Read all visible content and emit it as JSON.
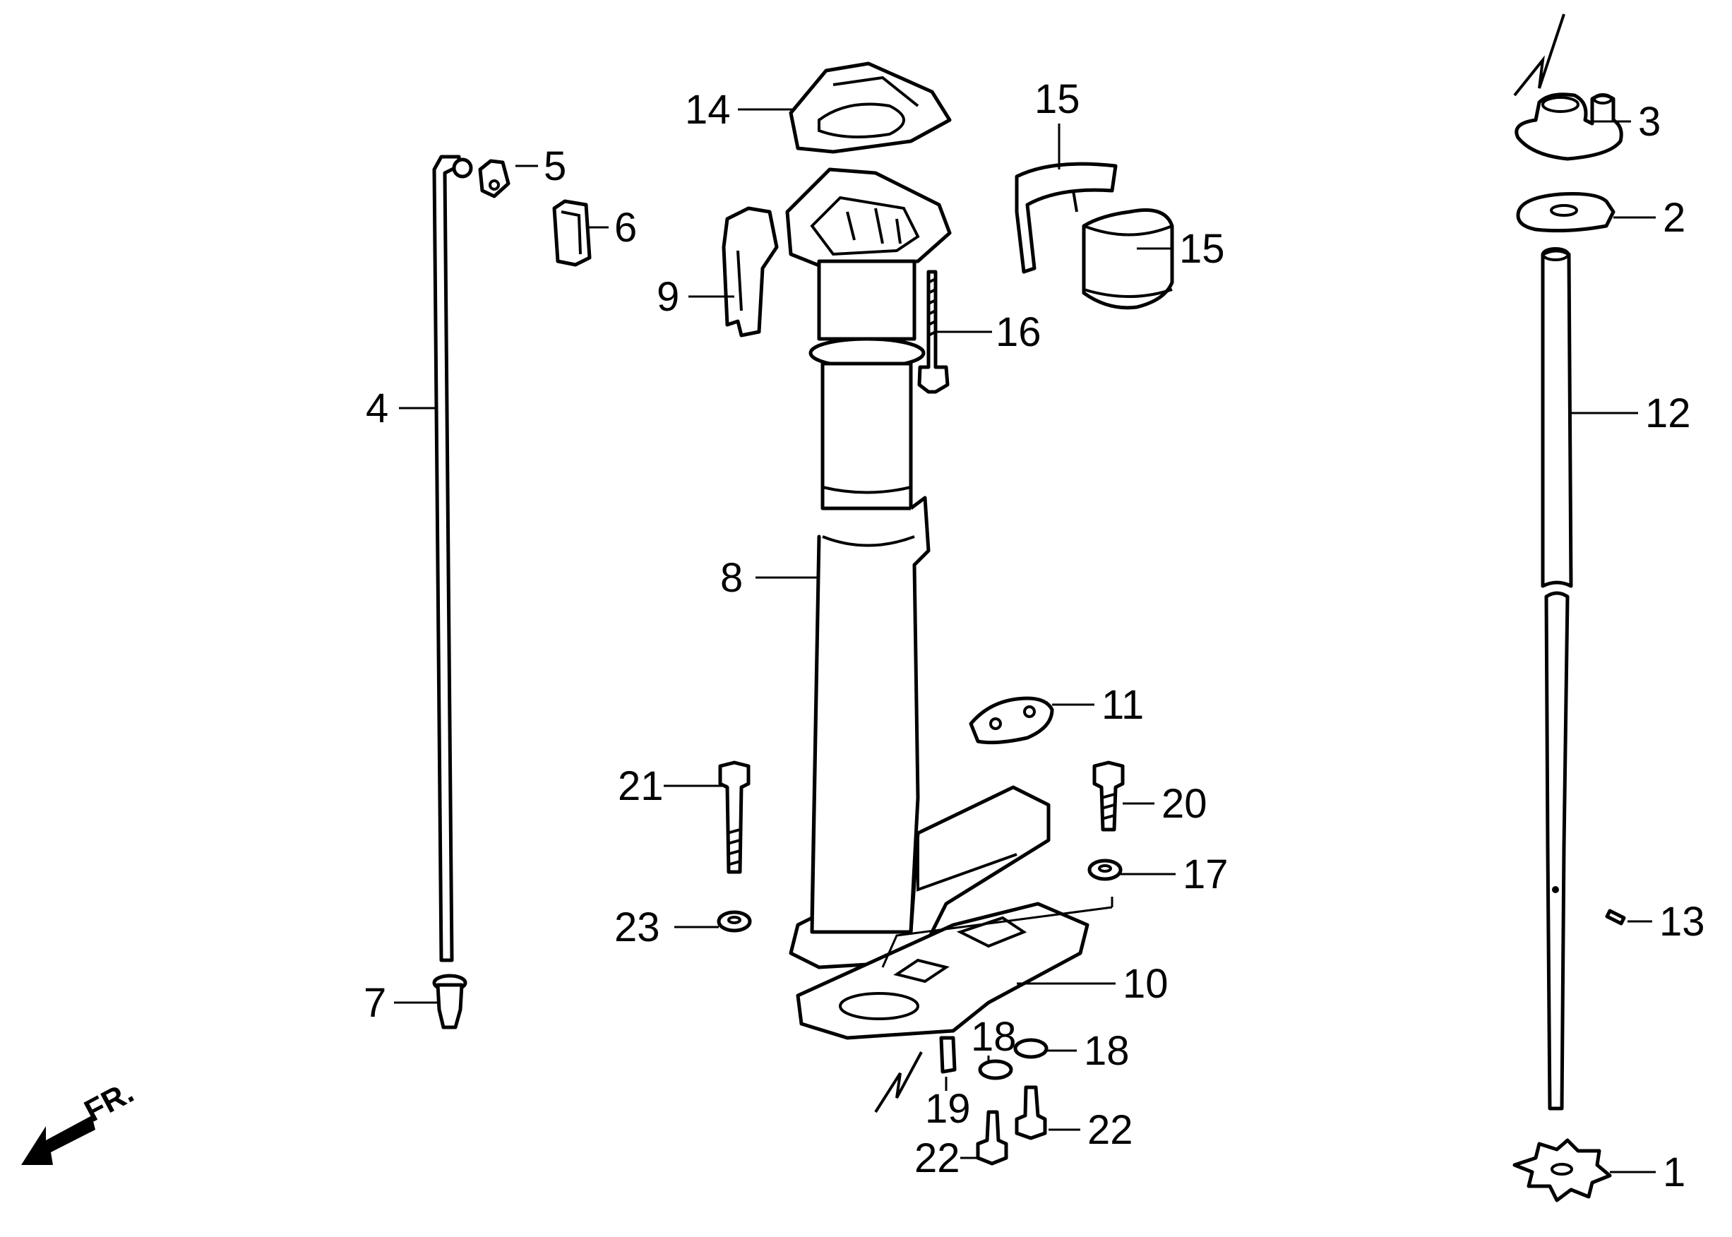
{
  "callouts": {
    "c1": "1",
    "c2": "2",
    "c3": "3",
    "c4": "4",
    "c5": "5",
    "c6": "6",
    "c7": "7",
    "c8": "8",
    "c9": "9",
    "c10": "10",
    "c11": "11",
    "c12": "12",
    "c13": "13",
    "c14": "14",
    "c15a": "15",
    "c15b": "15",
    "c16": "16",
    "c17": "17",
    "c18a": "18",
    "c18b": "18",
    "c19": "19",
    "c20": "20",
    "c21": "21",
    "c22a": "22",
    "c22b": "22",
    "c23": "23"
  },
  "direction": {
    "label": "FR."
  }
}
